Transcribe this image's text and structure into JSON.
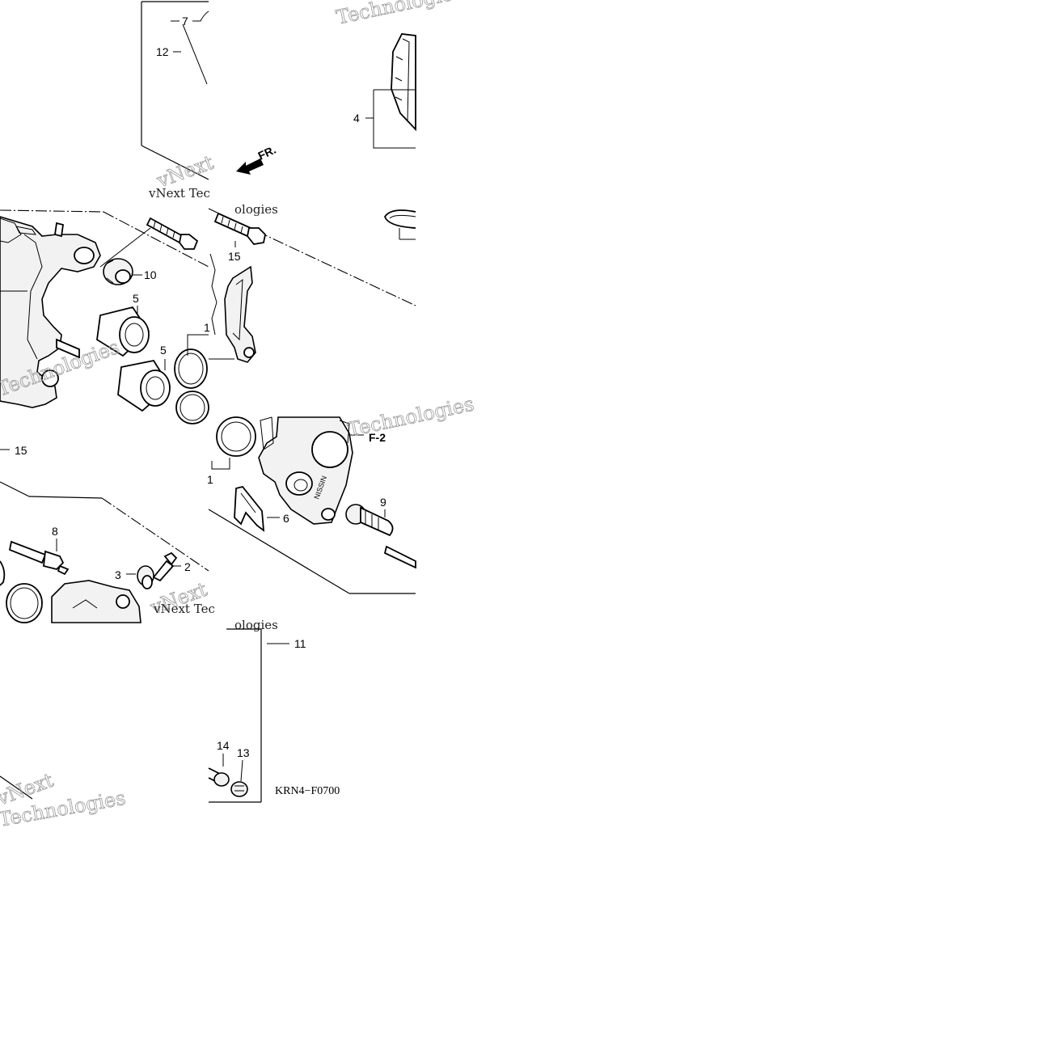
{
  "diagram": {
    "code": "KRN4−F0700",
    "arrow_label": "FR.",
    "ref_label": "F-2",
    "watermark": {
      "primary": "vNext",
      "secondary": "Technologies",
      "inline_fragment": "vNext Tec",
      "inline_tail": "ologies"
    },
    "callouts": {
      "c7": "7",
      "c12": "12",
      "c4": "4",
      "c15a": "15",
      "c10": "10",
      "c5a": "5",
      "c5b": "5",
      "c1a": "1",
      "c15b": "15",
      "c1b": "1",
      "cF2": "F-2",
      "c9": "9",
      "c6": "6",
      "c8": "8",
      "c3": "3",
      "c2": "2",
      "c11": "11",
      "c14": "14",
      "c13": "13"
    }
  }
}
